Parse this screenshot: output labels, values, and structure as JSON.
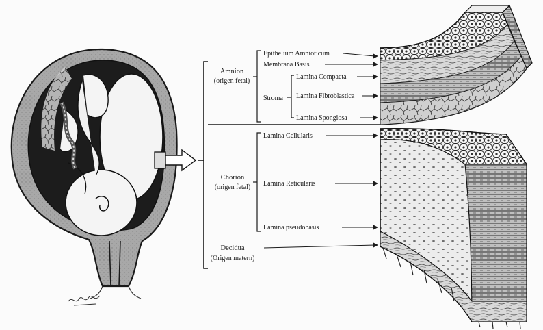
{
  "labels": {
    "amnion": "Amnion",
    "amnion_origin": "(origen fetal)",
    "epithelium": "Epithelium Amnioticum",
    "membrana": "Membrana Basis",
    "stroma": "Stroma",
    "compacta": "Lamina Compacta",
    "fibroblastica": "Lamina Fibroblastica",
    "spongiosa": "Lamina Spongiosa",
    "chorion": "Chorion",
    "chorion_origin": "(origen fetal)",
    "cellularis": "Lamina Cellularis",
    "reticularis": "Lamina Reticularis",
    "pseudobasis": "Lamina pseudobasis",
    "decidua": "Decidua",
    "decidua_origin": "(Origen matern)"
  },
  "colors": {
    "ink": "#1a1a1a",
    "uterus_wall": "#9a9a9a",
    "cavity": "#1c1c1c",
    "fetus": "#f4f4f4",
    "membrane_light": "#e6e6e6",
    "membrane_mid": "#bdbdbd",
    "membrane_dark": "#5a5a5a"
  },
  "icons": [
    "fetus-illustration",
    "magnify-arrow-icon",
    "membrane-cross-section"
  ]
}
